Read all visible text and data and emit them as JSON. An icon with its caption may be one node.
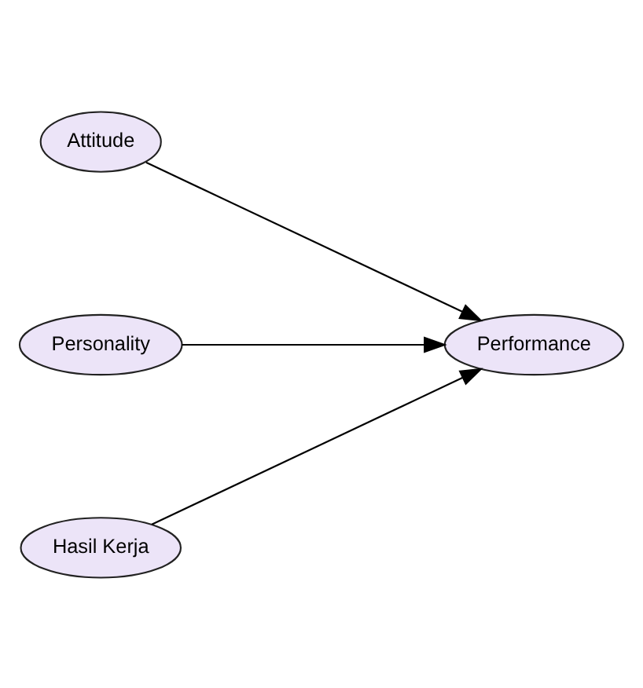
{
  "diagram": {
    "nodes": [
      {
        "text": [
          "Attitude"
        ]
      },
      {
        "text": [
          "Personality"
        ]
      },
      {
        "text": [
          "Hasil Kerja"
        ]
      },
      {
        "text": [
          "Performance"
        ]
      }
    ],
    "edges": [
      {
        "from": 0,
        "to": 3,
        "arrow": "to"
      },
      {
        "from": 1,
        "to": 3,
        "arrow": "to"
      },
      {
        "from": 2,
        "to": 3,
        "arrow": "to"
      }
    ]
  }
}
